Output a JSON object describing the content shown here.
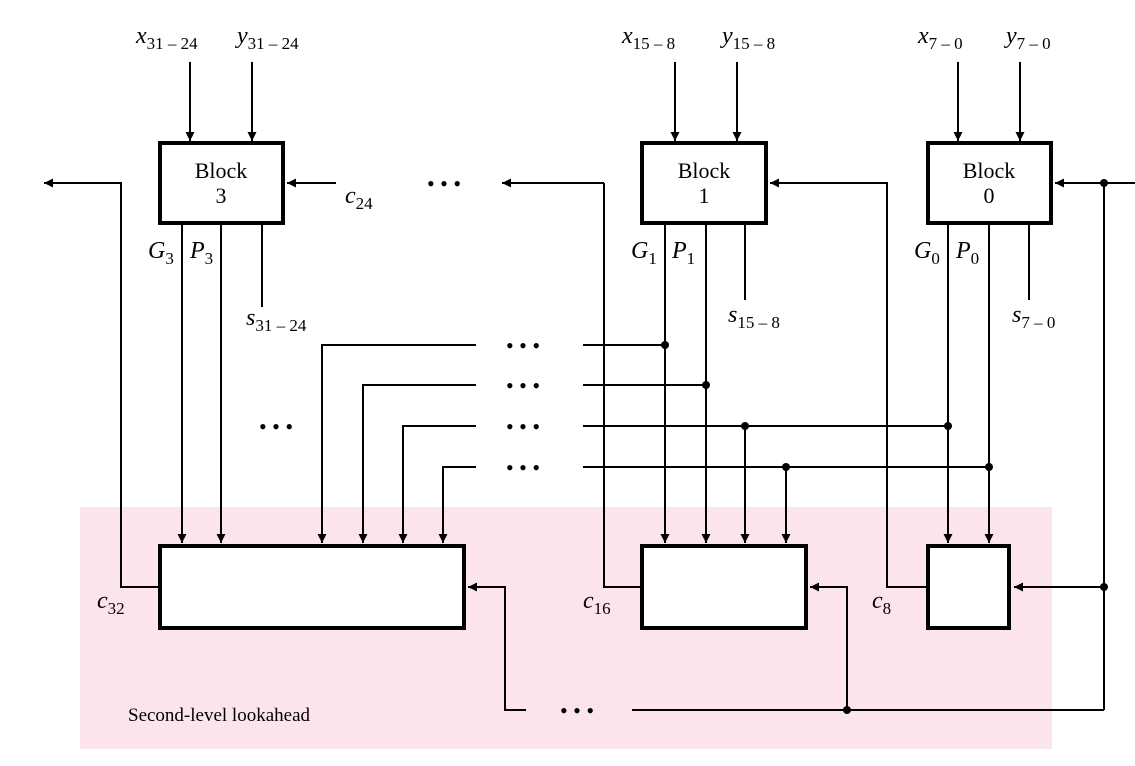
{
  "region": {
    "label": "Second-level lookahead",
    "fill": "#fce4ef"
  },
  "blocks": [
    {
      "title": "Block",
      "number": "3"
    },
    {
      "title": "Block",
      "number": "1"
    },
    {
      "title": "Block",
      "number": "0"
    }
  ],
  "inputs": {
    "x3": {
      "var": "x",
      "sub": "31 – 24"
    },
    "y3": {
      "var": "y",
      "sub": "31 – 24"
    },
    "x1": {
      "var": "x",
      "sub": "15 – 8"
    },
    "y1": {
      "var": "y",
      "sub": "15 – 8"
    },
    "x0": {
      "var": "x",
      "sub": "7 – 0"
    },
    "y0": {
      "var": "y",
      "sub": "7 – 0"
    }
  },
  "sums": {
    "s3": {
      "var": "s",
      "sub": "31 – 24"
    },
    "s1": {
      "var": "s",
      "sub": "15 – 8"
    },
    "s0": {
      "var": "s",
      "sub": "7 – 0"
    }
  },
  "gp": {
    "g3": {
      "var": "G",
      "sub": "3"
    },
    "p3": {
      "var": "P",
      "sub": "3"
    },
    "g1": {
      "var": "G",
      "sub": "1"
    },
    "p1": {
      "var": "P",
      "sub": "1"
    },
    "g0": {
      "var": "G",
      "sub": "0"
    },
    "p0": {
      "var": "P",
      "sub": "0"
    }
  },
  "carries": {
    "c24": {
      "var": "c",
      "sub": "24"
    },
    "c32": {
      "var": "c",
      "sub": "32"
    },
    "c16": {
      "var": "c",
      "sub": "16"
    },
    "c8": {
      "var": "c",
      "sub": "8"
    }
  },
  "ellipsis": "• • •"
}
